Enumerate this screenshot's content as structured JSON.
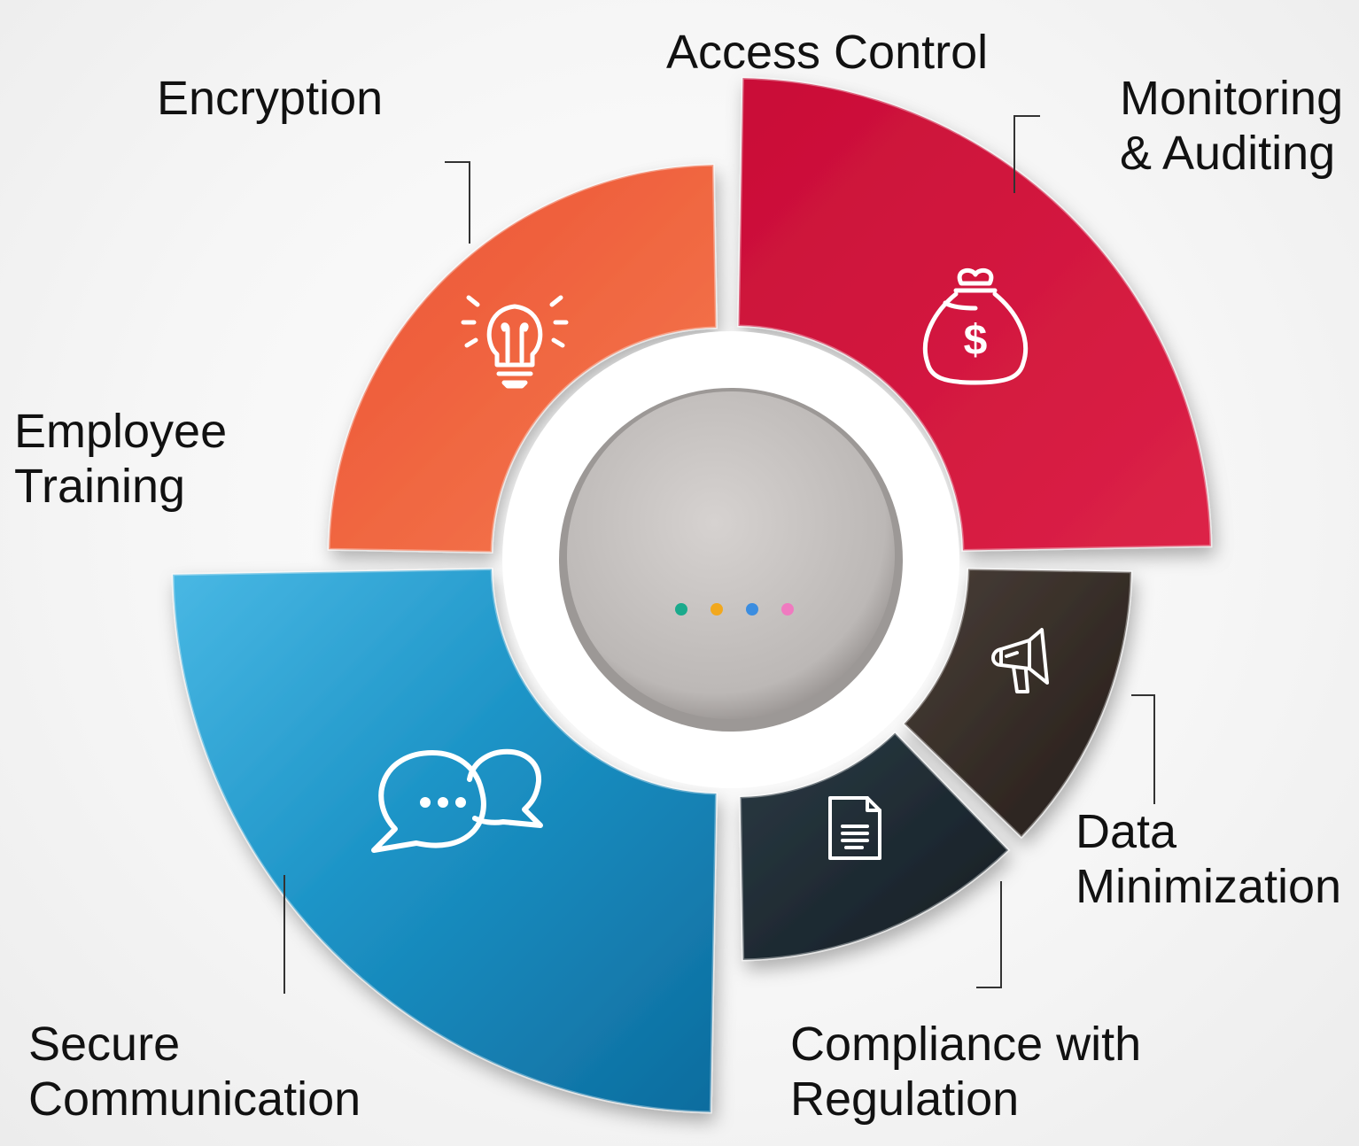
{
  "labels": {
    "access_control": "Access Control",
    "encryption": "Encryption",
    "monitoring": [
      "Monitoring",
      "& Auditing"
    ],
    "employee_training": [
      "Employee",
      "Training"
    ],
    "data_minimization": [
      "Data",
      "Minimization"
    ],
    "secure_communication": [
      "Secure",
      "Communication"
    ],
    "compliance": [
      "Compliance with",
      "Regulation"
    ]
  },
  "segments": [
    {
      "id": "encryption",
      "color": "#f0603a",
      "icon": "lightbulb-icon"
    },
    {
      "id": "monitoring",
      "color": "#d2123f",
      "icon": "money-bag-icon"
    },
    {
      "id": "data-minimization",
      "color": "#2c2420",
      "icon": "megaphone-icon"
    },
    {
      "id": "compliance",
      "color": "#1f2b33",
      "icon": "document-icon"
    },
    {
      "id": "secure-communication",
      "color": "#1f96c8",
      "icon": "chat-bubbles-icon"
    }
  ],
  "center_dots": [
    "#1aaa8c",
    "#f2a81d",
    "#3b8de0",
    "#f07ac0"
  ]
}
